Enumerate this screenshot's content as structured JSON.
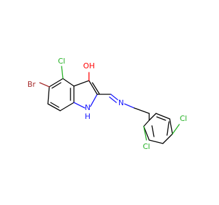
{
  "molecule": {
    "atoms": {
      "br": {
        "label": "Br",
        "color": "#a52a2a"
      },
      "cl_indole": {
        "label": "Cl",
        "color": "#22b022"
      },
      "oh": {
        "label": "OH",
        "color": "#ff0000"
      },
      "nh": {
        "label": "H",
        "color": "#1a1aff"
      },
      "n_ring": {
        "label": "N",
        "color": "#1a1aff"
      },
      "n_imine": {
        "label": "N",
        "color": "#1a1aff"
      },
      "cl_ortho": {
        "label": "Cl",
        "color": "#22b022"
      },
      "cl_para": {
        "label": "Cl",
        "color": "#22b022"
      }
    }
  }
}
